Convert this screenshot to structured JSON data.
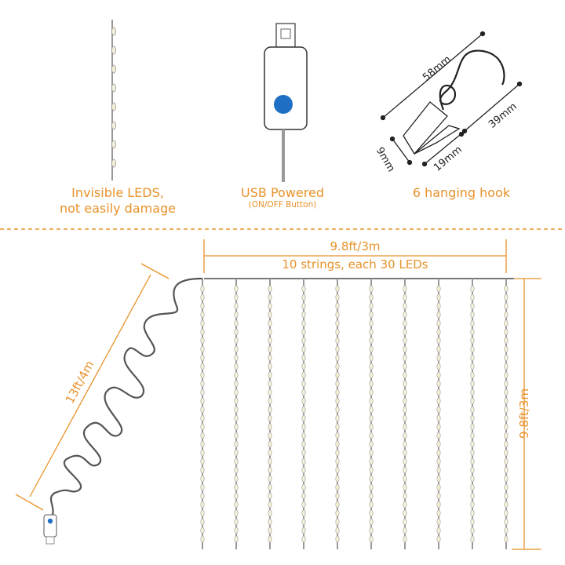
{
  "features": [
    {
      "title_line1": "Invisible LEDS,",
      "title_line2": "not easily damage"
    },
    {
      "title_line1": "USB Powered",
      "subtitle": "(ON/OFF Button)"
    },
    {
      "title_line1": "6 hanging hook"
    }
  ],
  "hook_dimensions": {
    "length": "58mm",
    "height": "39mm",
    "clip": "19mm",
    "width": "9mm"
  },
  "curtain": {
    "width_label": "9.8ft/3m",
    "strings_label": "10 strings, each 30 LEDs",
    "height_label": "9.8ft/3m",
    "cable_label": "13ft/4m",
    "string_count": 10,
    "leds_per_string": 30
  },
  "colors": {
    "accent": "#e8922a",
    "wire": "#555555",
    "button": "#1f6fc4"
  }
}
